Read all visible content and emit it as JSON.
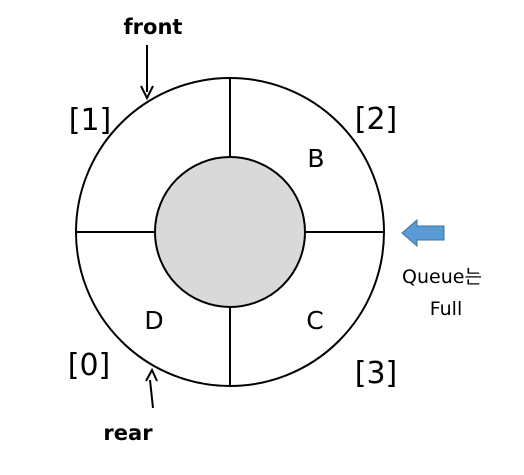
{
  "pointers": {
    "front": "front",
    "rear": "rear"
  },
  "indices": {
    "idx_1": "[1]",
    "idx_2": "[2]",
    "idx_0": "[0]",
    "idx_3": "[3]"
  },
  "slots": {
    "slot_1": "",
    "slot_2": "B",
    "slot_0": "D",
    "slot_3": "C"
  },
  "status": {
    "line1": "Queue는",
    "line2": "Full"
  },
  "colors": {
    "ring_stroke": "#000000",
    "hub_fill": "#d9d9d9",
    "status_arrow": "#5b9bd5"
  }
}
